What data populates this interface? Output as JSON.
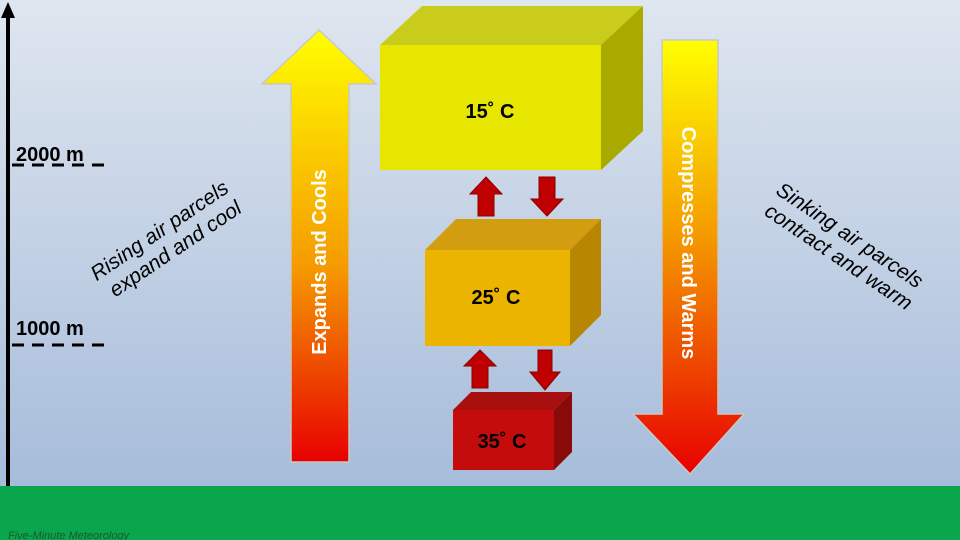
{
  "colors": {
    "sky_top": "#dfe6ef",
    "sky_bottom": "#a6bcda",
    "ground": "#0aa64e",
    "axis": "#000000",
    "arrow_yellow": "#ffff00",
    "arrow_red": "#e80000",
    "small_arrow": "#c00000"
  },
  "altitude_axis": {
    "marks": [
      {
        "label": "2000 m"
      },
      {
        "label": "1000 m"
      }
    ]
  },
  "parcels": [
    {
      "label": "15˚ C",
      "front": "#e6e600",
      "top": "#c9cc1a",
      "side": "#a8aa00"
    },
    {
      "label": "25˚ C",
      "front": "#eab400",
      "top": "#d39d10",
      "side": "#b88600"
    },
    {
      "label": "35˚ C",
      "front": "#c40c0c",
      "top": "#a81010",
      "side": "#8a0a0a"
    }
  ],
  "arrows": {
    "rising": {
      "label": "Expands and Cools"
    },
    "sinking": {
      "label": "Compresses and Warms"
    }
  },
  "notes": {
    "rising": {
      "line1": "Rising air parcels",
      "line2": "expand and cool"
    },
    "sinking": {
      "line1": "Sinking air parcels",
      "line2": "contract and warm"
    }
  },
  "credit": "Five-Minute Meteorology"
}
